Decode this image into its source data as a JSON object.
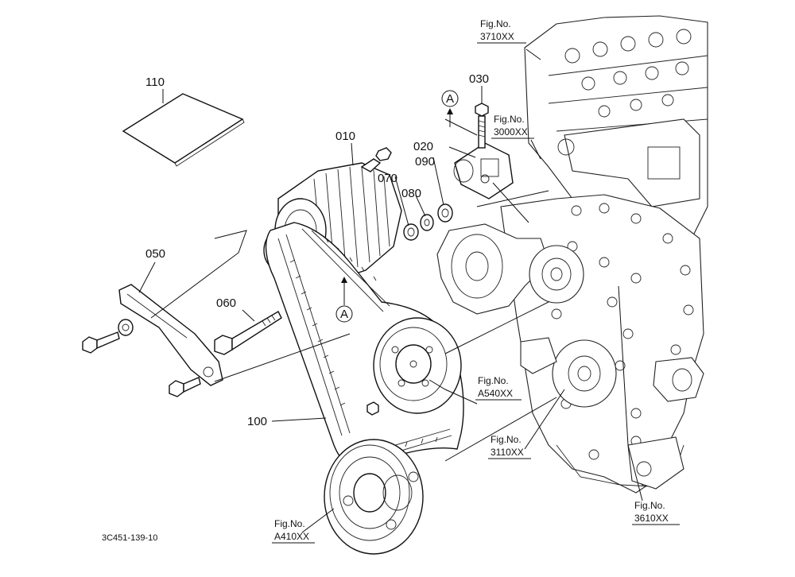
{
  "parts": [
    {
      "id": "p110",
      "label": "110"
    },
    {
      "id": "p010",
      "label": "010"
    },
    {
      "id": "p030",
      "label": "030"
    },
    {
      "id": "p020",
      "label": "020"
    },
    {
      "id": "p090",
      "label": "090"
    },
    {
      "id": "p070",
      "label": "070"
    },
    {
      "id": "p080",
      "label": "080"
    },
    {
      "id": "p050",
      "label": "050"
    },
    {
      "id": "p060",
      "label": "060"
    },
    {
      "id": "p100",
      "label": "100"
    }
  ],
  "view_markers": {
    "a_top": "A",
    "a_bottom": "A"
  },
  "figure_refs": [
    {
      "id": "ref3710",
      "line1": "Fig.No.",
      "line2": "3710XX"
    },
    {
      "id": "ref3000",
      "line1": "Fig.No.",
      "line2": "3000XX"
    },
    {
      "id": "refA540",
      "line1": "Fig.No.",
      "line2": "A540XX"
    },
    {
      "id": "ref3110",
      "line1": "Fig.No.",
      "line2": "3110XX"
    },
    {
      "id": "refA410",
      "line1": "Fig.No.",
      "line2": "A410XX"
    },
    {
      "id": "ref3610",
      "line1": "Fig.No.",
      "line2": "3610XX"
    }
  ],
  "drawing_code": "3C451-139-10"
}
